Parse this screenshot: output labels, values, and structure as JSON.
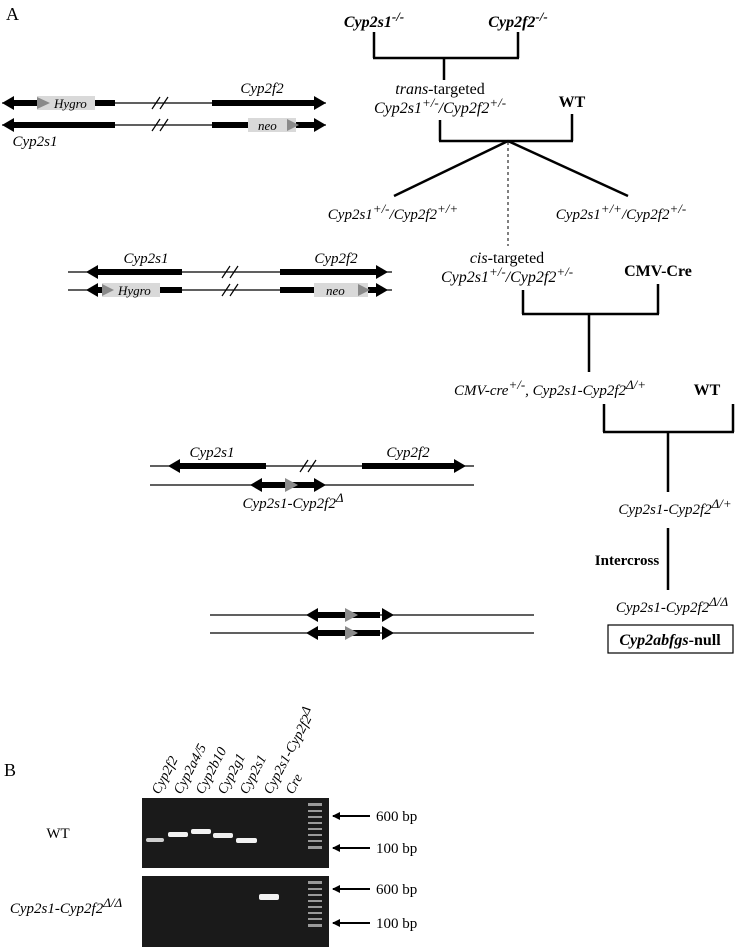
{
  "panel_a": {
    "label": "A",
    "cross1": {
      "parent_left": "Cyp2s1",
      "parent_left_sup": "-/-",
      "parent_right": "Cyp2f2",
      "parent_right_sup": "-/-",
      "child_prefix": "trans",
      "child_suffix": "-targeted",
      "child_g1": "Cyp2s1",
      "child_g1_sup": "+/-",
      "child_sep": "/",
      "child_g2": "Cyp2f2",
      "child_g2_sup": "+/-"
    },
    "wt_labels": [
      "WT",
      "WT"
    ],
    "cross2": {
      "left_g1": "Cyp2s1",
      "left_g1_sup": "+/-",
      "left_sep": "/",
      "left_g2": "Cyp2f2",
      "left_g2_sup": "+/+",
      "right_g1": "Cyp2s1",
      "right_g1_sup": "+/+",
      "right_sep": "/",
      "right_g2": "Cyp2f2",
      "right_g2_sup": "+/-",
      "mid_prefix": "cis",
      "mid_suffix": "-targeted",
      "mid_g1": "Cyp2s1",
      "mid_g1_sup": "+/-",
      "mid_sep": "/",
      "mid_g2": "Cyp2f2",
      "mid_g2_sup": "+/-"
    },
    "cre_label": "CMV-Cre",
    "cross3": {
      "text_a": "CMV-cre",
      "text_a_sup": "+/-",
      "text_b": ", Cyp2s1-Cyp2f2",
      "text_b_sup": "Δ/+"
    },
    "cross4": {
      "child": "Cyp2s1-Cyp2f2",
      "child_sup": "Δ/+"
    },
    "intercross": "Intercross",
    "final": {
      "genotype": "Cyp2s1-Cyp2f2",
      "genotype_sup": "Δ/Δ",
      "box_gene": "Cyp2abfgs",
      "box_suffix": "-null"
    },
    "chrom1": {
      "gene_top": "Cyp2f2",
      "gene_bottom": "Cyp2s1",
      "marker_top": "Hygro",
      "marker_bottom": "neo"
    },
    "chrom2": {
      "gene_left": "Cyp2s1",
      "gene_right": "Cyp2f2",
      "marker_left": "Hygro",
      "marker_right": "neo"
    },
    "chrom3": {
      "gene_left": "Cyp2s1",
      "gene_right": "Cyp2f2",
      "fusion": "Cyp2s1-Cyp2f2",
      "fusion_sup": "Δ"
    }
  },
  "panel_b": {
    "label": "B",
    "lanes": [
      "Cyp2f2",
      "Cyp2a4/5",
      "Cyp2b10",
      "Cyp2g1",
      "Cyp2s1",
      "Cyp2s1-Cyp2f2",
      "Cre"
    ],
    "lane_sup": [
      "",
      "",
      "",
      "",
      "",
      "Δ",
      ""
    ],
    "rows": [
      {
        "label": "WT",
        "label_sup": ""
      },
      {
        "label": "Cyp2s1-Cyp2f2",
        "label_sup": "Δ/Δ"
      }
    ],
    "markers": [
      "600 bp",
      "100 bp",
      "600 bp",
      "100 bp"
    ]
  }
}
